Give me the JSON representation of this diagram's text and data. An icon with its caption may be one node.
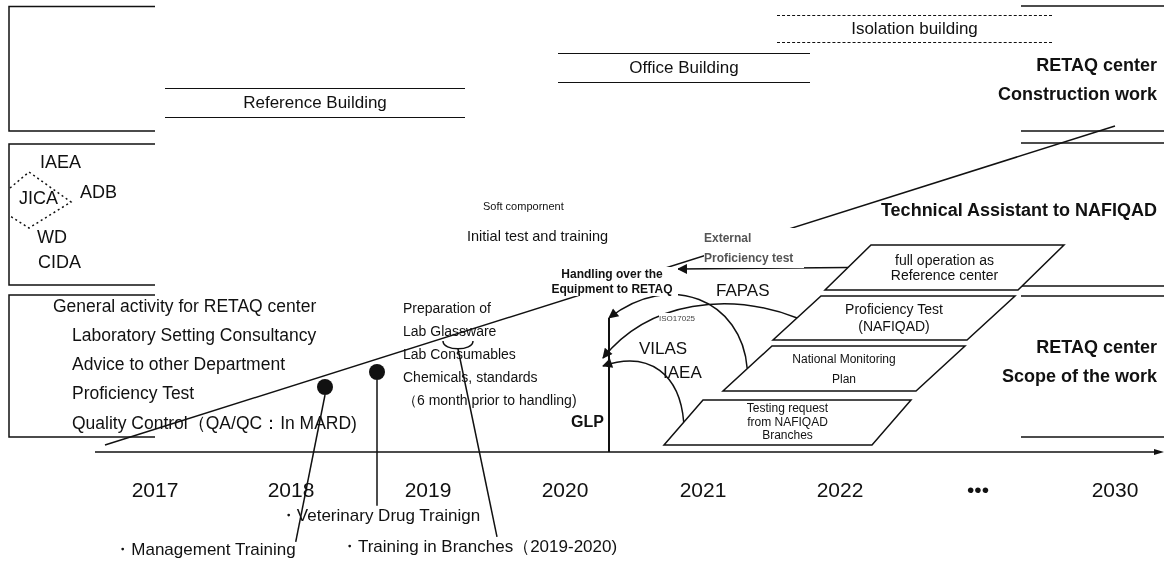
{
  "diagram": {
    "nodes": [
      {
        "text": [
          "Reference Building"
        ]
      },
      {
        "text": [
          "Office Building"
        ]
      },
      {
        "text": [
          "Isolation building"
        ]
      },
      {
        "text": [
          "Handling over the Equipment to RETAQ"
        ]
      },
      {
        "text": [
          "Preparation of",
          "Lab Glassware",
          "Lab Consumables",
          "Chemicals, standards",
          "（6 month prior to handling)"
        ]
      },
      {
        "text": [
          "full operation as Reference center"
        ]
      },
      {
        "text": [
          "Proficiency Test (NAFIQAD)"
        ]
      },
      {
        "text": [
          "National Monitoring Plan"
        ]
      },
      {
        "text": [
          "Testing request from NAFIQAD Branches"
        ]
      },
      {
        "text": [],
        "shape": "bar",
        "beside": [
          "GLP"
        ]
      },
      {
        "text": [],
        "shape": "circle"
      },
      {
        "text": [],
        "shape": "circle"
      },
      {
        "text": [],
        "shape": "bracket"
      },
      {
        "text": [
          "・Veterinary Drug Trainign"
        ]
      },
      {
        "text": [
          "・Management Training"
        ]
      },
      {
        "text": [
          "・Training in Branches（2019-2020)"
        ]
      }
    ],
    "edges": [
      {
        "from": 5,
        "to": 3,
        "arrow": "to",
        "label": "External Proficiency test"
      },
      {
        "from": 7,
        "to": 9,
        "arrow": "to",
        "label": "FAPAS"
      },
      {
        "from": 6,
        "to": 4,
        "arrow": "to",
        "label": "ISO17025"
      },
      {
        "from": 8,
        "to": 4,
        "arrow": "to"
      },
      {
        "from": 13,
        "to": 11,
        "arrow": "none"
      },
      {
        "from": 14,
        "to": 10,
        "arrow": "none"
      },
      {
        "from": 15,
        "to": 12,
        "arrow": "none"
      }
    ],
    "labels": [
      "RETAQ center Construction work",
      "IAEA",
      "JICA",
      "ADB",
      "WD",
      "CIDA",
      "Technical Assistant to NAFIQAD",
      "Soft compornent",
      "Initial test and training",
      "General activity for RETAQ center",
      "Laboratory Setting Consultancy",
      "Advice to other Department",
      "Proficiency Test",
      "Quality Control（QA/QC：In MARD)",
      "RETAQ center Scope of the work",
      "VILAS",
      "IAEA",
      "2017",
      "2018",
      "2019",
      "2020",
      "2021",
      "2022",
      "•••",
      "2030"
    ]
  }
}
